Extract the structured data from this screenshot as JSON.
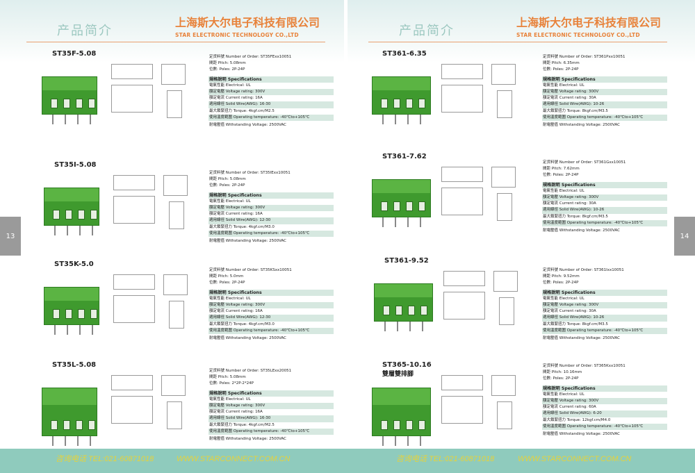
{
  "header": {
    "title_cn": "产品简介",
    "company_cn": "上海斯大尔电子科技有限公司",
    "company_en": "STAR ELECTRONIC TECHNOLOGY CO.,LTD"
  },
  "pages": {
    "left": "13",
    "right": "14"
  },
  "footer": {
    "tel": "咨询电话 TEL:021-60871018",
    "web": "WWW.STARCONNECT.COM.CN"
  },
  "colors": {
    "product_green": "#3f9a2e",
    "accent_orange": "#e8823a",
    "footer_teal": "#8fcbbd"
  },
  "labels": {
    "order": "定货料號 Number of Order:",
    "pitch": "間距 Pitch:",
    "poles": "位數: Poles:",
    "specs": "規格說明 Specifications",
    "electrical": "電氣性能 Electrical:",
    "voltage": "額定電壓 Voltage rating:",
    "current": "額定電流 Current rating:",
    "wire": "適用線徑 Solid Wire(AWG):",
    "torque": "最大鎖緊扭力 Torque:",
    "temp": "使用溫度範圍 Operating temperature:",
    "withstand": "耐電壓值 Withstanding Voltage:"
  },
  "products": [
    {
      "name": "ST35F-5.08",
      "order": "ST35FExx10051",
      "pitch": "5.08mm",
      "poles": "2P-24P",
      "electrical": "UL",
      "voltage": "300V",
      "current": "16A",
      "wire": "16-30",
      "torque": "4kgf.cm/M2.5",
      "temp": "-40℃to+105℃",
      "withstand": "2500VAC"
    },
    {
      "name": "ST35I-5.08",
      "order": "ST35IExx10051",
      "pitch": "5.08mm",
      "poles": "2P-24P",
      "electrical": "UL",
      "voltage": "300V",
      "current": "16A",
      "wire": "12-30",
      "torque": "4kgf.cm/M3.0",
      "temp": "-40℃to+105℃",
      "withstand": "2500VAC"
    },
    {
      "name": "ST35K-5.0",
      "order": "ST35KSxx10051",
      "pitch": "5.0mm",
      "poles": "2P-24P",
      "electrical": "UL",
      "voltage": "300V",
      "current": "16A",
      "wire": "12-30",
      "torque": "4kgf.cm/M3.0",
      "temp": "-40℃to+105℃",
      "withstand": "2500VAC"
    },
    {
      "name": "ST35L-5.08",
      "order": "ST35LExx20051",
      "pitch": "5.08mm",
      "poles": "2*2P-2*24P",
      "electrical": "UL",
      "voltage": "300V",
      "current": "16A",
      "wire": "16-30",
      "torque": "4kgf.cm/M2.5",
      "temp": "-40℃to+105℃",
      "withstand": "2500VAC"
    },
    {
      "name": "ST361-6.35",
      "order": "ST361Pxx10051",
      "pitch": "6.35mm",
      "poles": "2P-24P",
      "electrical": "UL",
      "voltage": "300V",
      "current": "30A",
      "wire": "10-26",
      "torque": "8kgf.cm/M3.5",
      "temp": "-40℃to+105℃",
      "withstand": "2500VAC"
    },
    {
      "name": "ST361-7.62",
      "order": "ST361Gxx10051",
      "pitch": "7.62mm",
      "poles": "2P-24P",
      "electrical": "UL",
      "voltage": "300V",
      "current": "30A",
      "wire": "10-26",
      "torque": "8kgf.cm/M3.5",
      "temp": "-40℃to+105℃",
      "withstand": "2500VAC"
    },
    {
      "name": "ST361-9.52",
      "order": "ST361Ixx10051",
      "pitch": "9.52mm",
      "poles": "2P-24P",
      "electrical": "UL",
      "voltage": "300V",
      "current": "30A",
      "wire": "10-26",
      "torque": "8kgf.cm/M3.5",
      "temp": "-40℃to+105℃",
      "withstand": "2500VAC"
    },
    {
      "name": "ST365-10.16",
      "subtitle": "雙層雙排腳",
      "order": "ST365Kxx10051",
      "pitch": "10.16mm",
      "poles": "2P-24P",
      "electrical": "UL",
      "voltage": "300V",
      "current": "60A",
      "wire": "6-20",
      "torque": "12kgf.cm/M4.0",
      "temp": "-40℃to+105℃",
      "withstand": "2500VAC"
    }
  ]
}
